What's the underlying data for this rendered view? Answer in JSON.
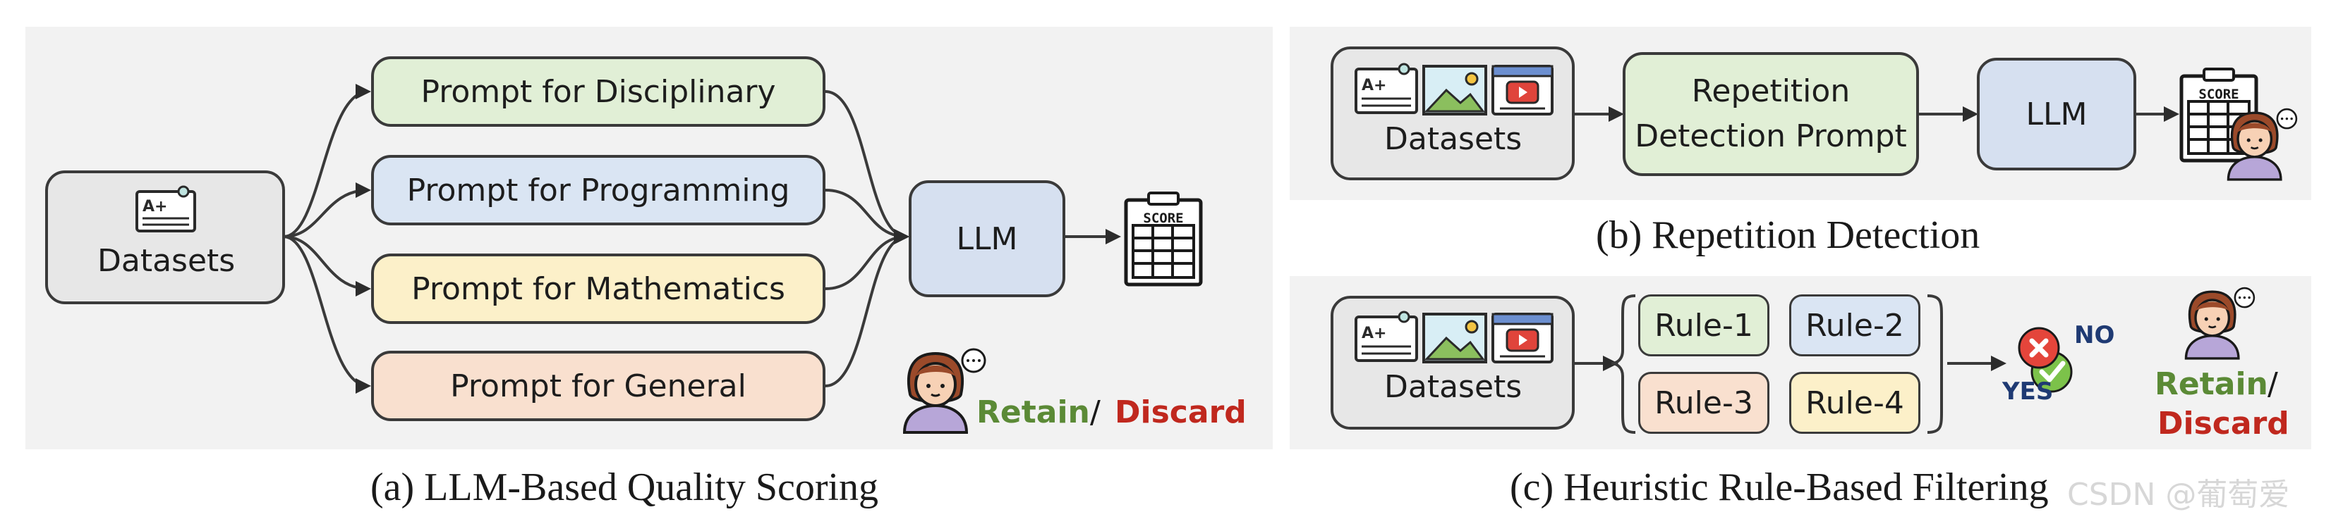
{
  "panel_a": {
    "datasets_label": "Datasets",
    "prompts": [
      "Prompt for Disciplinary",
      "Prompt for Programming",
      "Prompt for Mathematics",
      "Prompt for General"
    ],
    "llm_label": "LLM",
    "score_label": "SCORE",
    "retain": "Retain",
    "slash": "/",
    "discard": "Discard",
    "caption": "(a) LLM-Based Quality Scoring"
  },
  "panel_b": {
    "datasets_label": "Datasets",
    "prompt_line1": "Repetition",
    "prompt_line2": "Detection Prompt",
    "llm_label": "LLM",
    "score_label": "SCORE",
    "caption": "(b) Repetition Detection"
  },
  "panel_c": {
    "datasets_label": "Datasets",
    "rules": [
      "Rule-1",
      "Rule-2",
      "Rule-3",
      "Rule-4"
    ],
    "no_label": "NO",
    "yes_label": "YES",
    "retain": "Retain",
    "slash": "/",
    "discard": "Discard",
    "caption": "(c) Heuristic Rule-Based Filtering"
  },
  "watermark": "CSDN @葡萄爱",
  "colors": {
    "retain": "#5b8a36",
    "discard": "#c0281e",
    "panel_bg": "#f2f2f2"
  }
}
